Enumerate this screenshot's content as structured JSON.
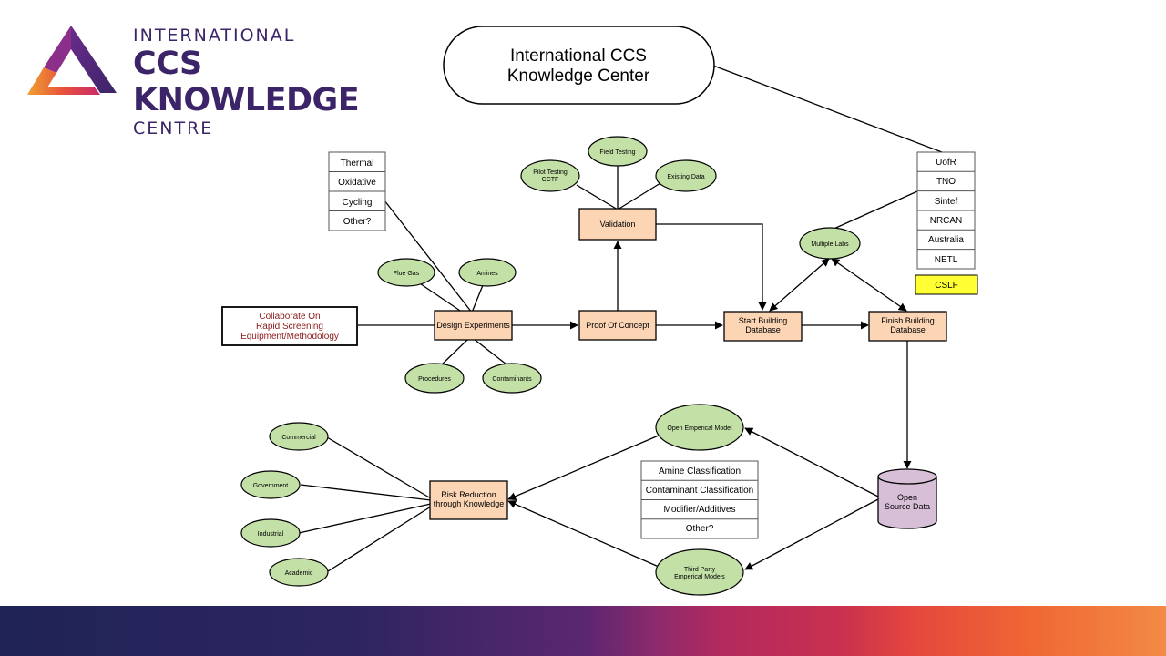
{
  "logo": {
    "line1": "INTERNATIONAL",
    "line2": "CCS KNOWLEDGE",
    "line3": "CENTRE"
  },
  "title_bubble": [
    "International CCS",
    "Knowledge Center"
  ],
  "nodes": {
    "collaborate": [
      "Collaborate On",
      "Rapid Screening",
      "Equipment/Methodology"
    ],
    "design_experiments": [
      "Design Experiments"
    ],
    "proof_of_concept": [
      "Proof Of Concept"
    ],
    "validation": [
      "Validation"
    ],
    "start_building": [
      "Start Building",
      "Database"
    ],
    "finish_building": [
      "Finish Building",
      "Database"
    ],
    "risk_reduction": [
      "Risk Reduction",
      "through Knowledge"
    ],
    "open_source": [
      "Open",
      "Source Data"
    ],
    "flue_gas": [
      "Flue Gas"
    ],
    "amines": [
      "Amines"
    ],
    "procedures": [
      "Procedures"
    ],
    "contaminants": [
      "Contaminants"
    ],
    "pilot_testing": [
      "Pilot Testing",
      "CCTF"
    ],
    "field_testing": [
      "Field Testing"
    ],
    "existing_data": [
      "Existing Data"
    ],
    "multiple_labs": [
      "Multiple Labs"
    ],
    "open_model": [
      "Open Emperical Model"
    ],
    "third_party": [
      "Third Party",
      "Emperical Models"
    ],
    "commercial": [
      "Commercial"
    ],
    "government": [
      "Government"
    ],
    "industrial": [
      "Industrial"
    ],
    "academic": [
      "Academic"
    ],
    "cslf": [
      "CSLF"
    ]
  },
  "lists": {
    "stress_types": [
      "Thermal",
      "Oxidative",
      "Cycling",
      "Other?"
    ],
    "labs": [
      "UofR",
      "TNO",
      "Sintef",
      "NRCAN",
      "Australia",
      "NETL"
    ],
    "classifications": [
      "Amine Classification",
      "Contaminant Classification",
      "Modifier/Additives",
      "Other?"
    ]
  },
  "colors": {
    "process_fill": "#fcd5b5",
    "ellipse_fill": "#c3e0a7",
    "database_fill": "#d8bfd8",
    "cslf_fill": "#ffff33",
    "collaborate_text": "#8b1a1a",
    "logo_purple": "#3b2467"
  }
}
